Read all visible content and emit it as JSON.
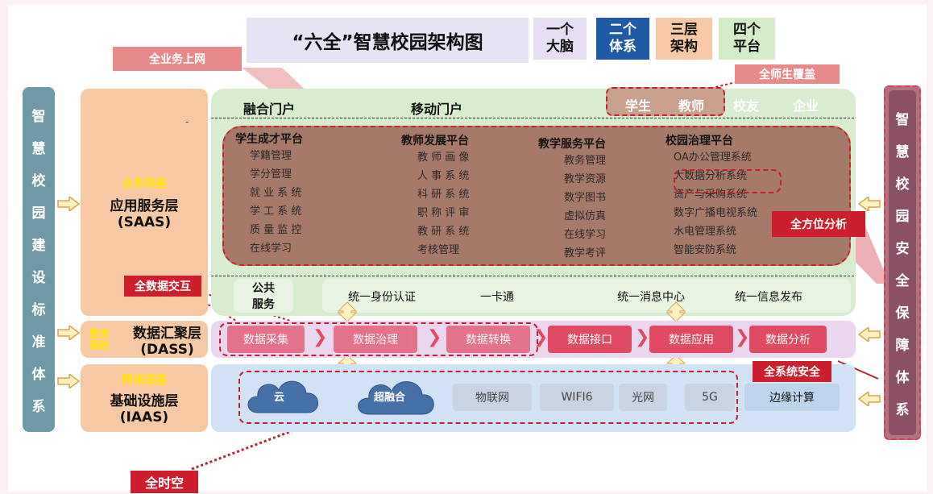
{
  "title": "“六全”智慧校园架构图",
  "tags": [
    {
      "line1": "一个",
      "line2": "大脑",
      "bg": "#e6dff4",
      "color": "#111111"
    },
    {
      "line1": "二个",
      "line2": "体系",
      "bg": "#1f5aa6",
      "color": "#ffffff"
    },
    {
      "line1": "三层",
      "line2": "架构",
      "bg": "#f7c9a6",
      "color": "#111111"
    },
    {
      "line1": "四个",
      "line2": "平台",
      "bg": "#d5ecc8",
      "color": "#111111"
    }
  ],
  "left_column": [
    "智",
    "慧",
    "校",
    "园",
    "建",
    "设",
    "标",
    "准",
    "体",
    "系"
  ],
  "right_column": [
    "智",
    "慧",
    "校",
    "园",
    "安",
    "全",
    "保",
    "障",
    "体",
    "系"
  ],
  "callouts": {
    "all_business": "全业务上网",
    "all_users": "全师生覆盖",
    "all_analysis": "全方位分析",
    "all_data": "全数据交互",
    "all_security": "全系统安全",
    "all_time": "全时空"
  },
  "layers": {
    "saas": {
      "tag": "业务快座",
      "name": "应用服务层",
      "abbr": "(SAAS)",
      "dot": "-"
    },
    "dass": {
      "tag": "数据基座",
      "name": "数据汇聚层",
      "abbr": "(DASS)"
    },
    "iaas": {
      "tag": "网络底座",
      "name": "基础设施层",
      "abbr": "(IAAS)"
    }
  },
  "portals": {
    "fusion": "融合门户",
    "mobile": "移动门户"
  },
  "users": [
    "学生",
    "教师",
    "校友",
    "企业"
  ],
  "platforms": [
    {
      "title": "学生成才平台",
      "items": [
        "学籍管理",
        "学分管理",
        "就 业 系 统",
        "学 工 系 统",
        "质 量 监 控",
        "在线学习"
      ]
    },
    {
      "title": "教师发展平台",
      "items": [
        "教 师 画 像",
        "人 事 系 统",
        "科 研 系 统",
        "职 称 评 审",
        "教 研 系 统",
        "考核管理"
      ]
    },
    {
      "title": "教学服务平台",
      "items": [
        "教务管理",
        "教学资源",
        "数字图书",
        "虚拟仿真",
        "在线学习",
        "教学考评"
      ]
    },
    {
      "title": "校园治理平台",
      "items": [
        "OA办公管理系统",
        "大数据分析系统",
        "资产与采购系统",
        "数字广播电视系统",
        "水电管理系统",
        "智能安防系统"
      ]
    }
  ],
  "public": {
    "label_top": "公共",
    "label_bottom": "服务",
    "services": [
      "统一身份认证",
      "一卡通",
      "统一消息中心",
      "统一信息发布"
    ]
  },
  "data_flow": [
    "数据采集",
    "数据治理",
    "数据转换",
    "数据接口",
    "数据应用",
    "数据分析"
  ],
  "infra": {
    "cloud1": "云",
    "cloud2": "超融合",
    "items": [
      "物联网",
      "WIFI6",
      "光网",
      "5G"
    ],
    "edge": "边缘计算"
  },
  "colors": {
    "accent_red": "#cc1e2c",
    "saas_green": "#d8ecd0",
    "brown": "#a67a68",
    "data_pink": "#e04a62",
    "infra_blue": "#d0e2f4"
  }
}
